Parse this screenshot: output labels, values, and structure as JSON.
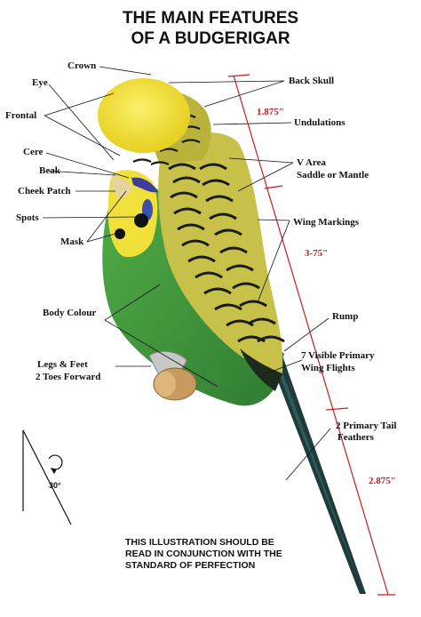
{
  "title": {
    "line1": "THE MAIN FEATURES",
    "line2": "OF A BUDGERIGAR"
  },
  "labels": {
    "crown": "Crown",
    "eye": "Eye",
    "frontal": "Frontal",
    "cere": "Cere",
    "beak": "Beak",
    "cheek_patch": "Cheek Patch",
    "spots": "Spots",
    "mask": "Mask",
    "body_colour": "Body Colour",
    "legs_feet_1": "Legs & Feet",
    "legs_feet_2": "2 Toes Forward",
    "back_skull": "Back Skull",
    "undulations": "Undulations",
    "v_area_1": "V Area",
    "v_area_2": "Saddle  or  Mantle",
    "wing_markings": "Wing Markings",
    "rump": "Rump",
    "primary_flights_1": "7 Visible Primary",
    "primary_flights_2": "Wing Flights",
    "tail_1": "2 Primary Tail",
    "tail_2": "Feathers"
  },
  "measurements": {
    "head_to_saddle": "1.875\"",
    "body": "3-75\"",
    "tail": "2.875\""
  },
  "angle": "30°",
  "note": {
    "line1": "THIS ILLUSTRATION SHOULD BE",
    "line2": "READ IN CONJUNCTION WITH THE",
    "line3": "STANDARD OF PERFECTION"
  },
  "colors": {
    "mask_yellow": "#f2e03a",
    "body_green": "#3f9a3c",
    "wing_black": "#1d1d12",
    "cere_blue": "#3b3f9a",
    "measure_red": "#c41e1e",
    "spot_black": "#111111"
  }
}
